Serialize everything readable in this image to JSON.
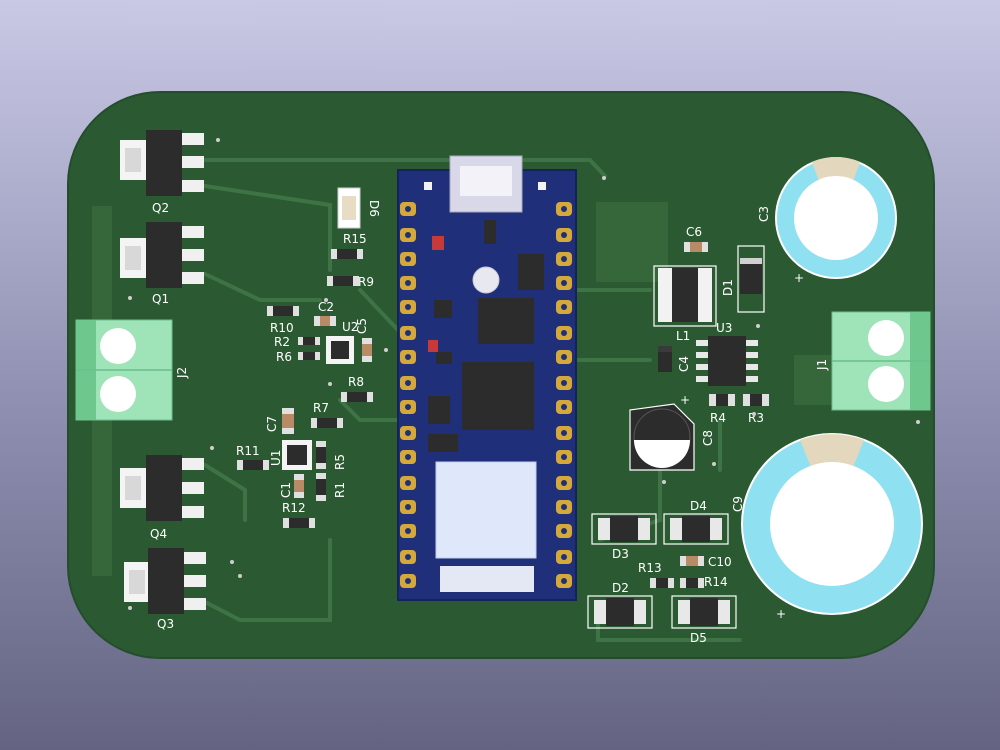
{
  "board": {
    "colors": {
      "soldermask": "#2b5a32",
      "copper_pour": "#35673b",
      "trace": "#3e7445",
      "silkscreen": "#ffffff",
      "pad_gold": "#d4a93a",
      "module_pcb": "#1f2f7a",
      "terminal_green": "#9fe3b8",
      "cap_blue": "#8fe0f0",
      "ic_body": "#2c2c2c"
    }
  },
  "labels": {
    "q1": "Q1",
    "q2": "Q2",
    "q3": "Q3",
    "q4": "Q4",
    "j1": "J1",
    "j2": "J2",
    "u1": "U1",
    "u2": "U2",
    "u3": "U3",
    "c1": "C1",
    "c2": "C2",
    "c3": "C3",
    "c4": "C4",
    "c5": "C5",
    "c6": "C6",
    "c7": "C7",
    "c8": "C8",
    "c9": "C9",
    "c10": "C10",
    "r1": "R1",
    "r2": "R2",
    "r3": "R3",
    "r4": "R4",
    "r5": "R5",
    "r6": "R6",
    "r7": "R7",
    "r8": "R8",
    "r9": "R9",
    "r10": "R10",
    "r11": "R11",
    "r12": "R12",
    "r13": "R13",
    "r14": "R14",
    "r15": "R15",
    "d1": "D1",
    "d2": "D2",
    "d3": "D3",
    "d4": "D4",
    "d5": "D5",
    "d6": "D6",
    "l1": "L1",
    "plus": "+"
  }
}
